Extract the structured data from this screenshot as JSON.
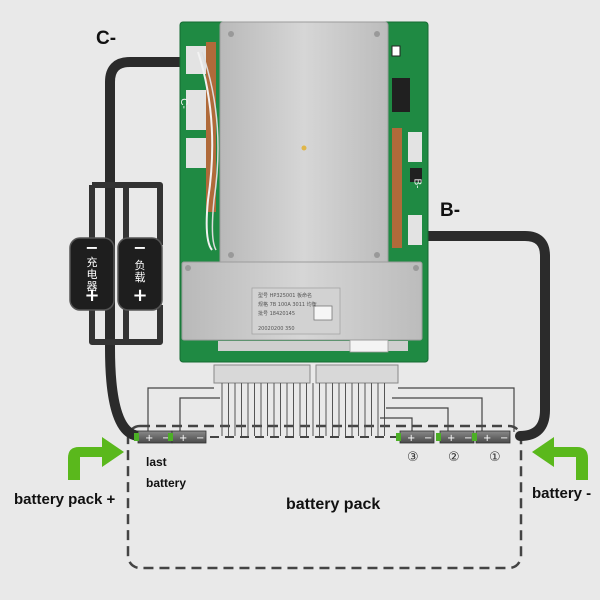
{
  "labels": {
    "c_minus": "C-",
    "b_minus": "B-",
    "battery_pack_plus": "battery pack +",
    "battery_minus": "battery -",
    "battery_pack": "battery pack",
    "last": "last",
    "battery": "battery",
    "cell_1": "①",
    "cell_2": "②",
    "cell_3": "③"
  },
  "connector_charge": {
    "label": "充电器",
    "minus": "−",
    "plus": "+"
  },
  "connector_load": {
    "label": "负载",
    "minus": "−",
    "plus": "+"
  },
  "board": {
    "silk_c": "C-",
    "silk_b": "B-",
    "plate_line1": "型号    HP325001 板命名",
    "plate_line2": "规格    7B 100A 3011 均衡",
    "plate_line3": "批号    18420145",
    "plate_line4": "20020200    350"
  },
  "colors": {
    "cable": "#2b2b2b",
    "pcb": "#1f8a43",
    "heatsink": "#c9c9c9",
    "arrow": "#5ab81c",
    "cell": "#6c6c6c",
    "terminal": "#4caf26"
  }
}
